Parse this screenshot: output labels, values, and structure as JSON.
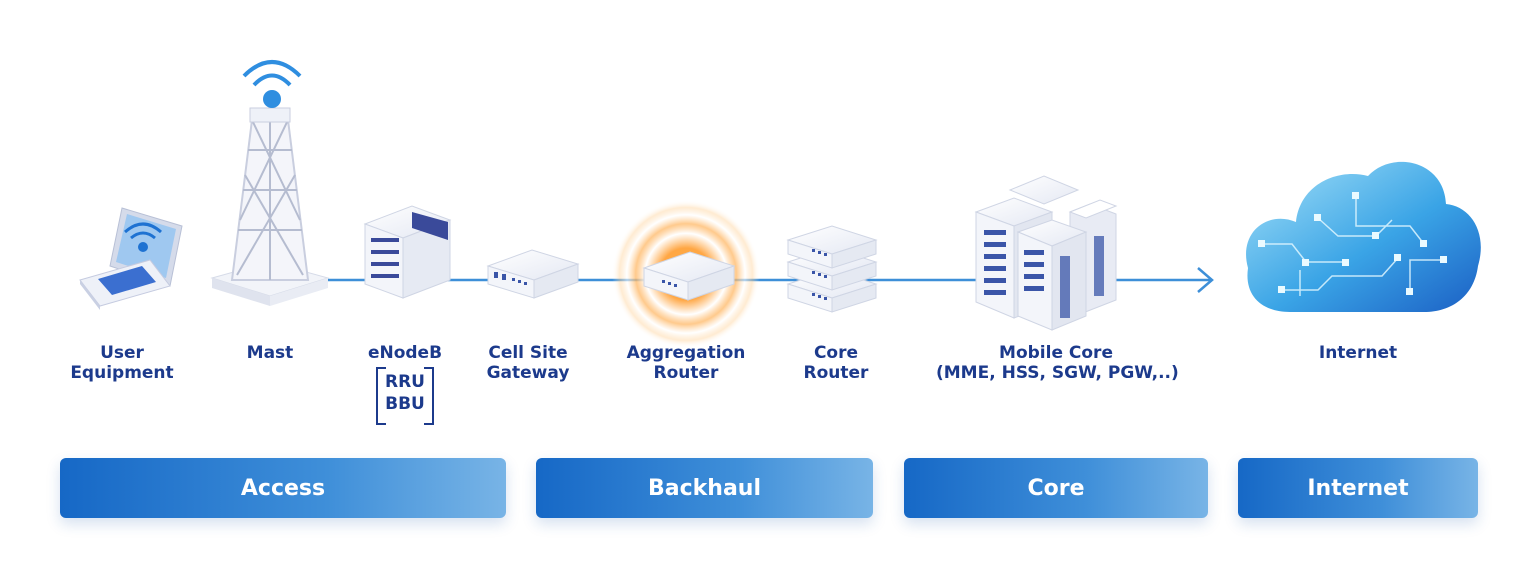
{
  "nodes": {
    "user_equipment": {
      "line1": "User",
      "line2": "Equipment"
    },
    "mast": {
      "line1": "Mast"
    },
    "enodeb": {
      "line1": "eNodeB",
      "sub1": "RRU",
      "sub2": "BBU"
    },
    "cell_site_gateway": {
      "line1": "Cell Site",
      "line2": "Gateway"
    },
    "aggregation_router": {
      "line1": "Aggregation",
      "line2": "Router"
    },
    "core_router": {
      "line1": "Core",
      "line2": "Router"
    },
    "mobile_core": {
      "line1": "Mobile Core",
      "line2": "(MME, HSS, SGW, PGW,..)"
    },
    "internet": {
      "line1": "Internet"
    }
  },
  "segments": {
    "access": "Access",
    "backhaul": "Backhaul",
    "core": "Core",
    "internet": "Internet"
  },
  "colors": {
    "text": "#1c3a8c",
    "accent": "#1668c6",
    "link": "#3d8fd8",
    "highlight": "#f79a2e"
  },
  "icons": [
    "laptop-wifi-icon",
    "mast-tower-icon",
    "enodeb-server-icon",
    "cell-site-gateway-icon",
    "aggregation-router-icon",
    "core-router-icon",
    "mobile-core-server-icon",
    "internet-cloud-icon"
  ]
}
